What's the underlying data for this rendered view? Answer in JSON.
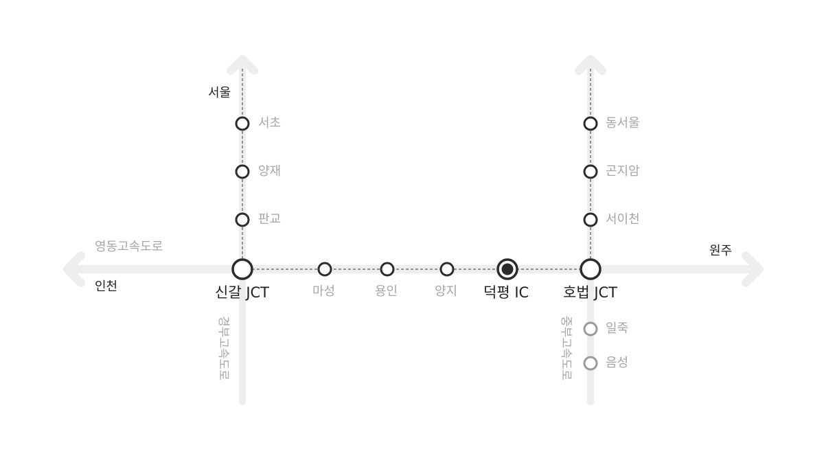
{
  "colors": {
    "road": "#eeeeee",
    "node_stroke": "#2b2b2b",
    "node_fill": "#ffffff",
    "secondary_node_stroke": "#9a9a9a",
    "label_gray": "#a6a6a6",
    "label_dark": "#222222",
    "dashed_line": "#333333"
  },
  "roads": {
    "yeongdong": {
      "name": "영동고속도로"
    },
    "gyeongbu": {
      "name": "경부고속도로"
    },
    "jungbu": {
      "name": "중부고속도로"
    }
  },
  "directions": {
    "seoul": "서울",
    "incheon": "인천",
    "wonju": "원주"
  },
  "gyeongbu_line": {
    "stations": [
      {
        "label": "서초"
      },
      {
        "label": "양재"
      },
      {
        "label": "판교"
      }
    ]
  },
  "jungbu_line_north": {
    "stations": [
      {
        "label": "동서울"
      },
      {
        "label": "곤지암"
      },
      {
        "label": "서이천"
      }
    ]
  },
  "jungbu_line_south": {
    "stations": [
      {
        "label": "일죽"
      },
      {
        "label": "음성"
      }
    ]
  },
  "main_line": {
    "stations": [
      {
        "label": "신갈 JCT",
        "type": "junction"
      },
      {
        "label": "마성",
        "type": "ic"
      },
      {
        "label": "용인",
        "type": "ic"
      },
      {
        "label": "양지",
        "type": "ic"
      },
      {
        "label": "덕평 IC",
        "type": "current"
      },
      {
        "label": "호법 JCT",
        "type": "junction"
      }
    ]
  }
}
